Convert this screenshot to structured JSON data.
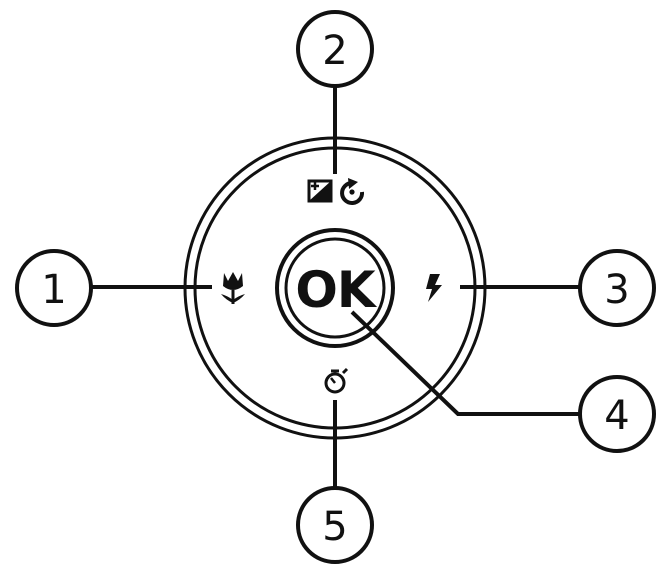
{
  "colors": {
    "ink": "#111111",
    "background": "#ffffff"
  },
  "center_button": {
    "label": "OK"
  },
  "button_icons": {
    "left": "macro-icon",
    "top_left": "exposure-compensation-icon",
    "top_right": "rotate-icon",
    "right": "flash-icon",
    "bottom": "self-timer-icon"
  },
  "callouts": [
    {
      "number": "1",
      "target": "macro-button"
    },
    {
      "number": "2",
      "target": "exposure-compensation-button"
    },
    {
      "number": "3",
      "target": "flash-button"
    },
    {
      "number": "4",
      "target": "ok-button"
    },
    {
      "number": "5",
      "target": "self-timer-button"
    }
  ]
}
